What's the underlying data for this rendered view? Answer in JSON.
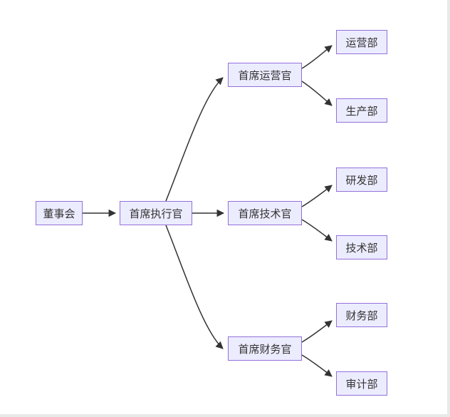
{
  "diagram": {
    "type": "flowchart",
    "direction": "left-to-right",
    "colors": {
      "node_fill": "#ECECFF",
      "node_border": "#9370DB",
      "node_text": "#333333",
      "edge": "#333333",
      "background": "#FFFFFF"
    },
    "nodes": [
      {
        "id": "board",
        "label": "董事会"
      },
      {
        "id": "ceo",
        "label": "首席执行官"
      },
      {
        "id": "coo",
        "label": "首席运营官"
      },
      {
        "id": "cto",
        "label": "首席技术官"
      },
      {
        "id": "cfo",
        "label": "首席财务官"
      },
      {
        "id": "ops",
        "label": "运营部"
      },
      {
        "id": "prod",
        "label": "生产部"
      },
      {
        "id": "rd",
        "label": "研发部"
      },
      {
        "id": "tech",
        "label": "技术部"
      },
      {
        "id": "fin",
        "label": "财务部"
      },
      {
        "id": "audit",
        "label": "审计部"
      }
    ],
    "edges": [
      {
        "from": "董事会",
        "to": "首席执行官"
      },
      {
        "from": "首席执行官",
        "to": "首席运营官"
      },
      {
        "from": "首席执行官",
        "to": "首席技术官"
      },
      {
        "from": "首席执行官",
        "to": "首席财务官"
      },
      {
        "from": "首席运营官",
        "to": "运营部"
      },
      {
        "from": "首席运营官",
        "to": "生产部"
      },
      {
        "from": "首席技术官",
        "to": "研发部"
      },
      {
        "from": "首席技术官",
        "to": "技术部"
      },
      {
        "from": "首席财务官",
        "to": "财务部"
      },
      {
        "from": "首席财务官",
        "to": "审计部"
      }
    ]
  }
}
